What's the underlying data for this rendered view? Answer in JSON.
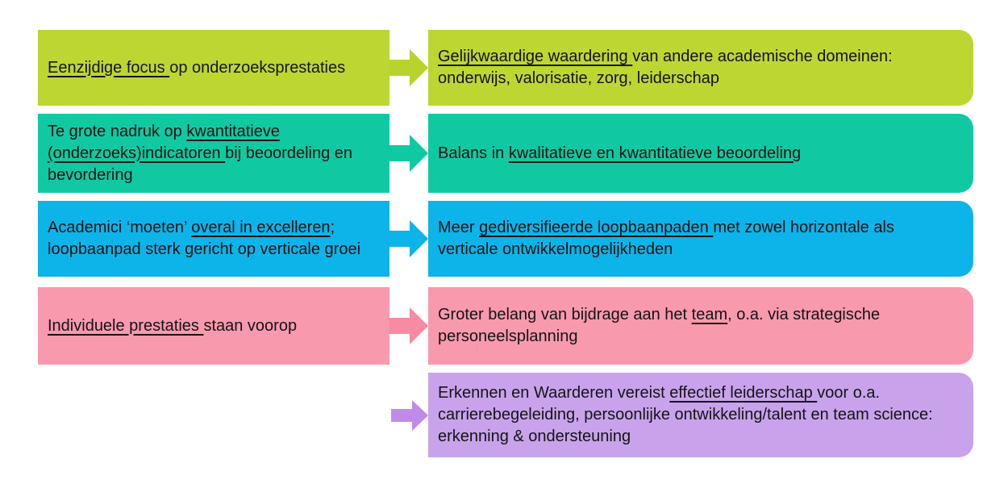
{
  "diagram": {
    "title_hint": "Erkennen en Waarderen transition diagram",
    "background_color": "#ffffff",
    "text_color": "#141414",
    "rows": [
      {
        "name": "research-focus",
        "box_color": "#bed632",
        "arrow_color": "#b8d22e",
        "left": {
          "segments": [
            {
              "text": "Eenzijdige focus ",
              "underline": true
            },
            {
              "text": "op onderzoeksprestaties",
              "underline": false
            }
          ]
        },
        "right": {
          "segments": [
            {
              "text": "Gelijkwaardige waardering ",
              "underline": true
            },
            {
              "text": "van andere academische domeinen: onderwijs, valorisatie, zorg, leiderschap",
              "underline": false
            }
          ]
        }
      },
      {
        "name": "quantitative-indicators",
        "box_color": "#10c9a2",
        "arrow_color": "#10c9a2",
        "left": {
          "segments": [
            {
              "text": "Te grote nadruk op ",
              "underline": false
            },
            {
              "text": "kwantitatieve (onderzoeks)indicatoren ",
              "underline": true
            },
            {
              "text": "bij beoordeling en bevordering",
              "underline": false
            }
          ]
        },
        "right": {
          "segments": [
            {
              "text": "Balans in ",
              "underline": false
            },
            {
              "text": "kwalitatieve en kwantitatieve beoordeling",
              "underline": true
            }
          ]
        }
      },
      {
        "name": "excel-everywhere",
        "box_color": "#0cb4ea",
        "arrow_color": "#0cb4ea",
        "left": {
          "segments": [
            {
              "text": "Academici ‘moeten’ ",
              "underline": false
            },
            {
              "text": "overal in excelleren",
              "underline": true
            },
            {
              "text": "; loopbaanpad sterk gericht op verticale groei",
              "underline": false
            }
          ]
        },
        "right": {
          "segments": [
            {
              "text": "Meer ",
              "underline": false
            },
            {
              "text": "gediversifieerde loopbaanpaden ",
              "underline": true
            },
            {
              "text": "met zowel horizontale als verticale ontwikkelmogelijkheden",
              "underline": false
            }
          ]
        }
      },
      {
        "name": "individual-performance",
        "box_color": "#f899ae",
        "arrow_color": "#f88aa3",
        "left": {
          "segments": [
            {
              "text": "Individuele prestaties ",
              "underline": true
            },
            {
              "text": "staan voorop",
              "underline": false
            }
          ]
        },
        "right": {
          "segments": [
            {
              "text": "Groter belang van bijdrage aan het ",
              "underline": false
            },
            {
              "text": "team",
              "underline": true
            },
            {
              "text": ", o.a. via strategische personeelsplanning",
              "underline": false
            }
          ]
        }
      },
      {
        "name": "effective-leadership",
        "box_color": "#c9a2ec",
        "arrow_color": "#c18ae8",
        "left": null,
        "right": {
          "segments": [
            {
              "text": "Erkennen en Waarderen vereist ",
              "underline": false
            },
            {
              "text": "effectief leiderschap ",
              "underline": true
            },
            {
              "text": "voor o.a. carrierebegeleiding, persoonlijke ontwikkeling/talent en team science: erkenning & ondersteuning",
              "underline": false
            }
          ]
        }
      }
    ]
  }
}
